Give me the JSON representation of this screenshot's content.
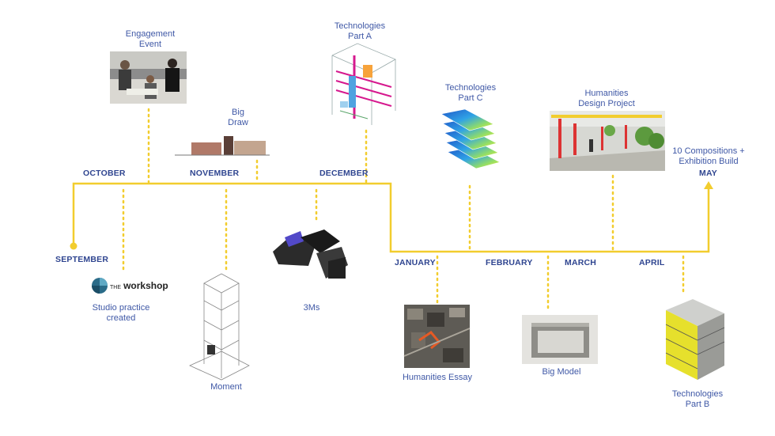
{
  "months": {
    "september": "SEPTEMBER",
    "october": "OCTOBER",
    "november": "NOVEMBER",
    "december": "DECEMBER",
    "january": "JANUARY",
    "february": "FEBRUARY",
    "march": "MARCH",
    "april": "APRIL",
    "may": "MAY"
  },
  "events": {
    "engagement": "Engagement\nEvent",
    "big_draw": "Big\nDraw",
    "tech_a": "Technologies\nPart A",
    "tech_c": "Technologies\nPart C",
    "humanities_design": "Humanities\nDesign Project",
    "compositions": "10 Compositions +\nExhibition Build",
    "studio_practice": "Studio practice\ncreated",
    "moment": "Moment",
    "three_ms": "3Ms",
    "humanities_essay": "Humanities Essay",
    "big_model": "Big Model",
    "tech_b": "Technologies\nPart B"
  },
  "logo": {
    "prefix": "THE",
    "name": "workshop"
  },
  "colors": {
    "timeline": "#f2cd2e",
    "label": "#3f58a6",
    "month": "#2f4590"
  }
}
